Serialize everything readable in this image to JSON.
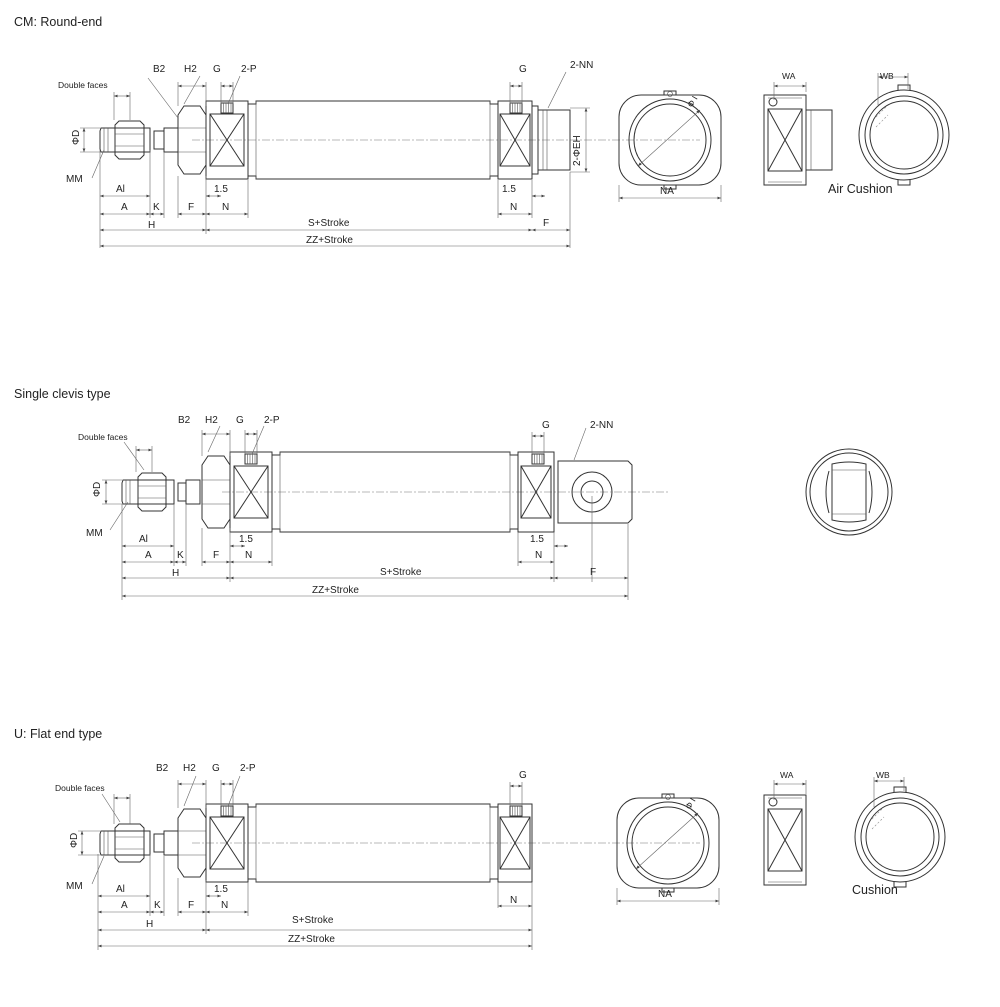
{
  "sections": {
    "cm": {
      "title": "CM: Round-end"
    },
    "clevis": {
      "title": "Single clevis type"
    },
    "u": {
      "title": "U: Flat end type"
    }
  },
  "labels": {
    "double_faces": "Double faces",
    "b2": "B2",
    "h2": "H2",
    "g": "G",
    "p2": "2-P",
    "nn2": "2-NN",
    "phi_d": "ΦD",
    "mm": "MM",
    "al": "Al",
    "a": "A",
    "k": "K",
    "f": "F",
    "n": "N",
    "h": "H",
    "one_five": "1.5",
    "s_stroke": "S+Stroke",
    "zz_stroke": "ZZ+Stroke",
    "eh": "2-ΦEH",
    "phi_i": "Φ I",
    "na": "NA",
    "wa": "WA",
    "wb": "WB",
    "air_cushion": "Air Cushion",
    "cushion": "Cushion"
  }
}
